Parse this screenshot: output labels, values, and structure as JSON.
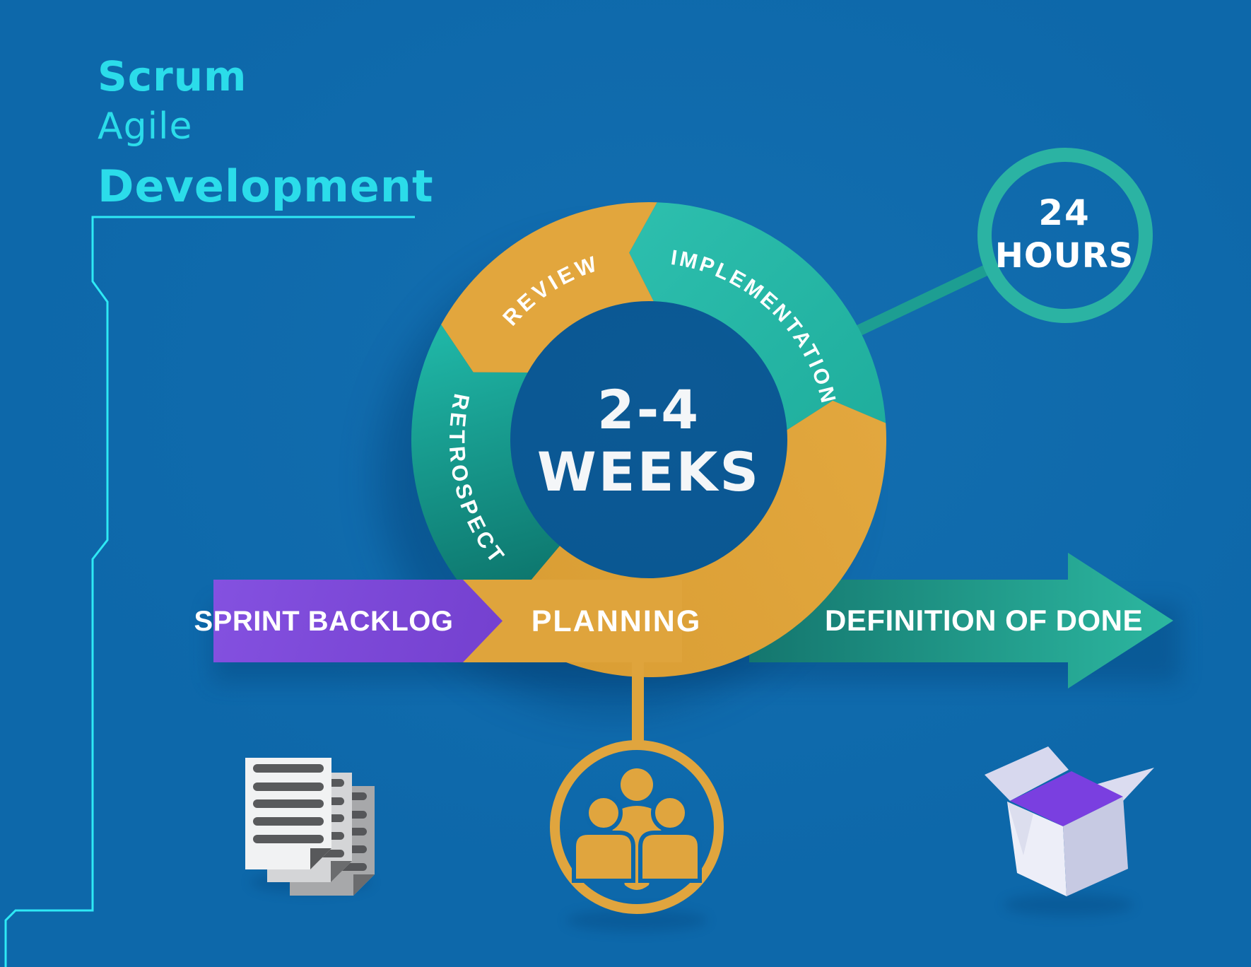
{
  "title": {
    "line1": "Scrum",
    "line2": "Agile",
    "line3": "Development"
  },
  "sprint_ring": {
    "duration_line1": "2-4",
    "duration_line2": "WEEKS",
    "segments": [
      {
        "label": "PLANNING",
        "color": "#dfa43c"
      },
      {
        "label": "IMPLEMENTATION",
        "color": "#27b9a8"
      },
      {
        "label": "REVIEW",
        "color": "#e2a63d"
      },
      {
        "label": "RETROSPECT",
        "color": "#17a99a"
      }
    ]
  },
  "daily_cycle_badge": {
    "value": "24",
    "unit": "HOURS"
  },
  "flow_band": {
    "input_label": "SPRINT BACKLOG",
    "output_label": "DEFINITION OF DONE"
  },
  "icons": [
    {
      "name": "documents-stack-icon"
    },
    {
      "name": "scrum-team-icon"
    },
    {
      "name": "open-box-increment-icon"
    }
  ],
  "colors": {
    "background": "#0d68aa",
    "accent_cyan": "#2bdcea",
    "teal": "#27b9a8",
    "teal_dark": "#0c7068",
    "gold": "#dfa43c",
    "purple": "#7c48da",
    "text_white": "#ffffff"
  }
}
